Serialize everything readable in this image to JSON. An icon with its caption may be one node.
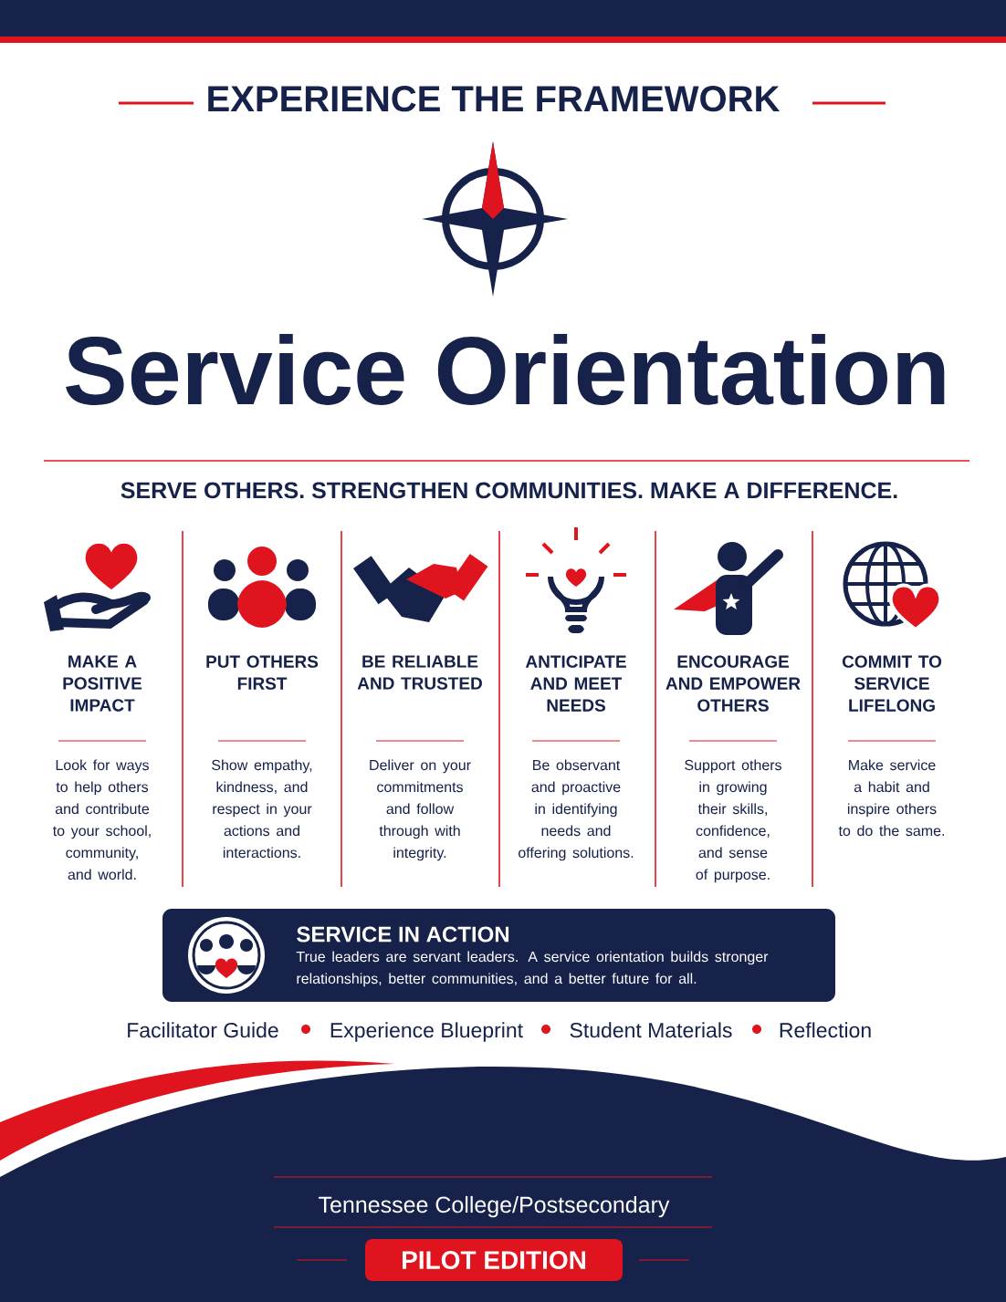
{
  "diagram": {
    "title": "Service Orientation",
    "nodes": [
      {
        "text": [
          "MAKE A POSITIVE IMPACT",
          "Look for ways to help others and contribute to your school, community, and world."
        ]
      },
      {
        "text": [
          "PUT OTHERS FIRST",
          "Show empathy, kindness, and respect in your actions and interactions."
        ]
      },
      {
        "text": [
          "BE RELIABLE AND TRUSTED",
          "Deliver on your commitments and follow through with integrity."
        ]
      },
      {
        "text": [
          "ANTICIPATE AND MEET NEEDS",
          "Be observant and proactive in identifying needs and offering solutions."
        ]
      },
      {
        "text": [
          "ENCOURAGE AND EMPOWER OTHERS",
          "Support others in growing their skills, confidence, and sense of purpose."
        ]
      },
      {
        "text": [
          "COMMIT TO SERVICE LIFELONG",
          "Make service a habit and inspire others to do the same."
        ]
      },
      {
        "text": [
          "SERVICE IN ACTION",
          "True leaders are servant leaders. A service orientation builds stronger relationships, better communities, and a better future for all."
        ]
      },
      {
        "text": [
          "PILOT EDITION"
        ]
      }
    ],
    "labels": [
      "EXPERIENCE THE FRAMEWORK",
      "SERVE OTHERS. STRENGTHEN COMMUNITIES. MAKE A DIFFERENCE.",
      "Facilitator Guide",
      "Experience Blueprint",
      "Student Materials",
      "Reflection",
      "Tennessee College/Postsecondary"
    ]
  }
}
